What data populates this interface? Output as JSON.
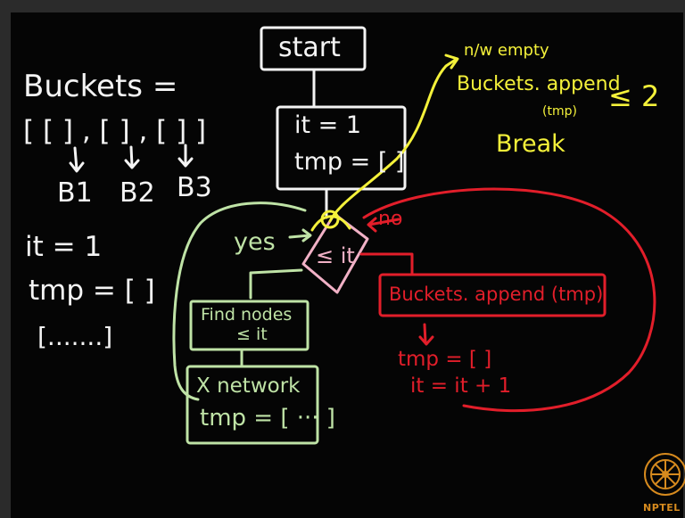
{
  "left_notes": {
    "buckets_title": "Buckets =",
    "buckets_list": "[ [ ] , [ ] , [ ] ]",
    "b1": "B1",
    "b2": "B2",
    "b3": "B3",
    "it_value": "it = 1",
    "tmp_value": "tmp = [ ]",
    "tmp_content": "[.......]"
  },
  "flowchart": {
    "start": "start",
    "init_it": "it = 1",
    "init_tmp": "tmp = [ ]",
    "decision": "≤ it",
    "yes_label": "yes",
    "no_label": "no",
    "find_nodes_line1": "Find nodes",
    "find_nodes_line2": "≤ it",
    "network_line1": "X network",
    "network_line2": "tmp = [ ··· ]",
    "append_box": "Buckets. append (tmp)",
    "reset_tmp": "tmp = [ ]",
    "increment_it": "it = it + 1"
  },
  "side_note": {
    "line1": "n/w empty",
    "line2": "Buckets. append",
    "line3": "(tmp)",
    "condition": "≤ 2",
    "break_label": "Break"
  },
  "brand": {
    "logo_text": "NPTEL"
  },
  "colors": {
    "background": "#050505",
    "white_ink": "#f4f4f4",
    "yellow_ink": "#f4f13a",
    "red_ink": "#e21e2a",
    "green_ink": "#bfe3a6",
    "pink_ink": "#f1b1c6",
    "logo": "#d68a1e"
  }
}
